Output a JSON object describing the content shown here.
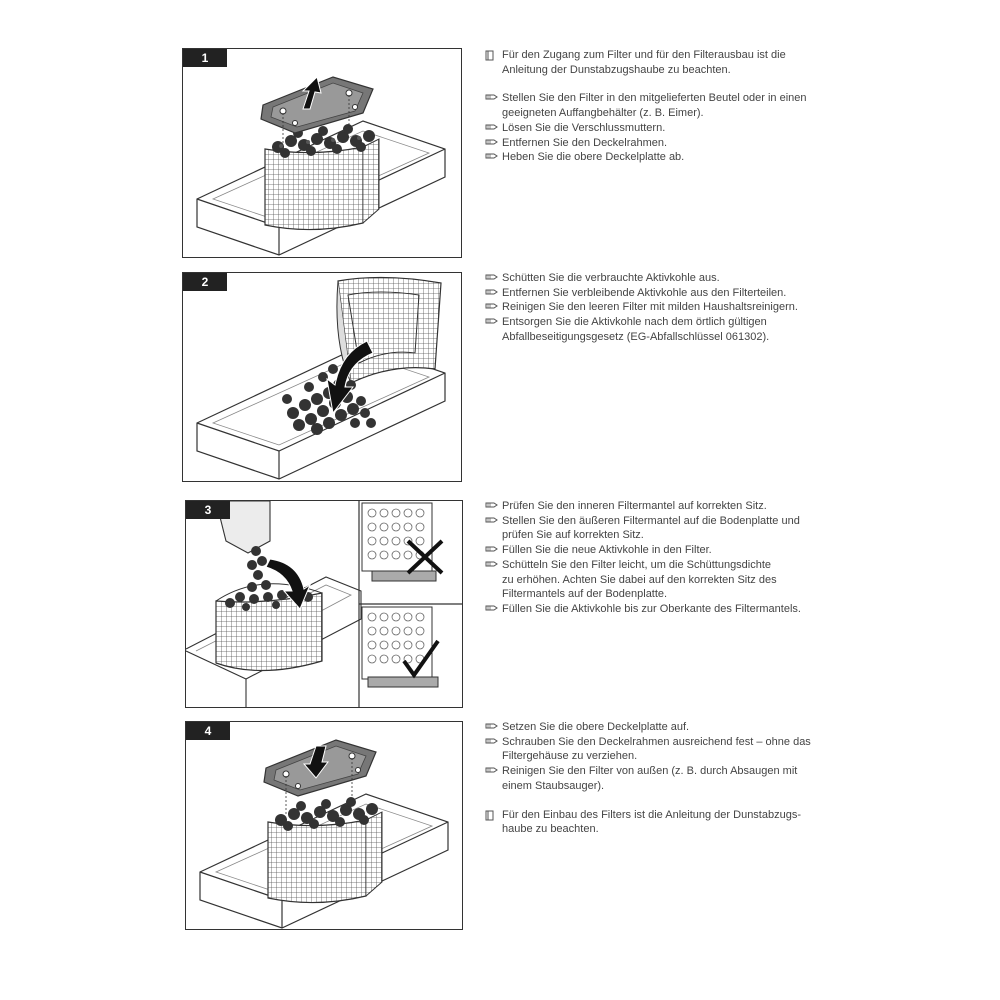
{
  "steps": [
    {
      "number": "1",
      "items": [
        {
          "icon": "book-icon",
          "text": "Für den Zugang zum Filter und für den Filterausbau ist die Anleitung der Dunstabzugshaube zu beachten.",
          "lines": [
            "Für den Zugang zum Filter und für den Filterausbau ist die",
            "Anleitung der Dunstabzugshaube zu beachten."
          ],
          "gap_after": true
        },
        {
          "icon": "hand-pointer-icon",
          "lines": [
            "Stellen Sie den Filter in den mitgelieferten Beutel oder in einen",
            "geeigneten Auffangbehälter (z. B. Eimer)."
          ]
        },
        {
          "icon": "hand-pointer-icon",
          "lines": [
            "Lösen Sie die Verschlussmuttern."
          ]
        },
        {
          "icon": "hand-pointer-icon",
          "lines": [
            "Entfernen Sie den Deckelrahmen."
          ]
        },
        {
          "icon": "hand-pointer-icon",
          "lines": [
            "Heben Sie die obere Deckelplatte ab."
          ]
        }
      ]
    },
    {
      "number": "2",
      "items": [
        {
          "icon": "hand-pointer-icon",
          "lines": [
            "Schütten Sie die verbrauchte Aktivkohle aus."
          ]
        },
        {
          "icon": "hand-pointer-icon",
          "lines": [
            "Entfernen Sie verbleibende Aktivkohle aus den Filterteilen."
          ]
        },
        {
          "icon": "hand-pointer-icon",
          "lines": [
            "Reinigen Sie den leeren Filter mit milden Haushaltsreinigern."
          ]
        },
        {
          "icon": "hand-pointer-icon",
          "lines": [
            "Entsorgen Sie die Aktivkohle nach dem örtlich gültigen",
            "Abfallbeseitigungsgesetz (EG-Abfallschlüssel 061302)."
          ]
        }
      ]
    },
    {
      "number": "3",
      "items": [
        {
          "icon": "hand-pointer-icon",
          "lines": [
            "Prüfen Sie den inneren Filtermantel auf korrekten Sitz."
          ]
        },
        {
          "icon": "hand-pointer-icon",
          "lines": [
            "Stellen Sie den äußeren Filtermantel auf die Bodenplatte und",
            "prüfen Sie auf korrekten Sitz."
          ]
        },
        {
          "icon": "hand-pointer-icon",
          "lines": [
            "Füllen Sie die neue Aktivkohle in den Filter."
          ]
        },
        {
          "icon": "hand-pointer-icon",
          "lines": [
            "Schütteln Sie den Filter leicht, um die Schüttungsdichte",
            "zu erhöhen. Achten Sie dabei auf den korrekten Sitz des",
            "Filtermantels auf der Bodenplatte."
          ]
        },
        {
          "icon": "hand-pointer-icon",
          "lines": [
            "Füllen Sie die Aktivkohle bis zur Oberkante des Filtermantels."
          ]
        }
      ]
    },
    {
      "number": "4",
      "items": [
        {
          "icon": "hand-pointer-icon",
          "lines": [
            "Setzen Sie die obere Deckelplatte auf."
          ]
        },
        {
          "icon": "hand-pointer-icon",
          "lines": [
            "Schrauben Sie den Deckelrahmen ausreichend fest – ohne das",
            "Filtergehäuse zu verziehen."
          ]
        },
        {
          "icon": "hand-pointer-icon",
          "lines": [
            "Reinigen Sie den Filter von außen (z. B. durch Absaugen mit",
            "einem Staubsauger)."
          ],
          "gap_after": true
        },
        {
          "icon": "book-icon",
          "lines": [
            "Für den Einbau des Filters ist die Anleitung der Dunstabzugs-",
            "haube zu beachten."
          ]
        }
      ]
    }
  ]
}
